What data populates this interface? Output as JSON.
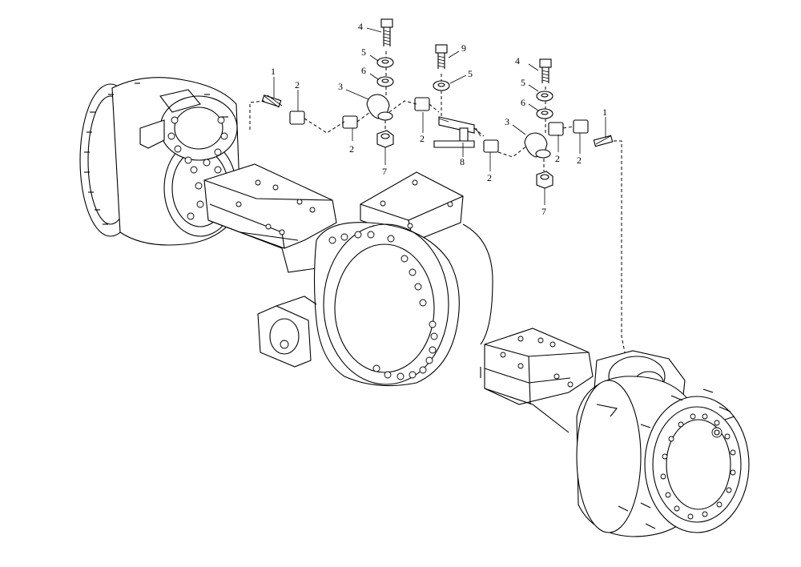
{
  "callouts": {
    "l1a": "1",
    "l2a": "2",
    "l2b": "2",
    "l3a": "3",
    "l4a": "4",
    "l5a": "5",
    "l6a": "6",
    "l7a": "7",
    "l2c": "2",
    "l9": "9",
    "l5b": "5",
    "l8": "8",
    "l2d": "2",
    "l4b": "4",
    "l5c": "5",
    "l6b": "6",
    "l3b": "3",
    "l2e": "2",
    "l2f": "2",
    "l7b": "7",
    "l1b": "1"
  }
}
